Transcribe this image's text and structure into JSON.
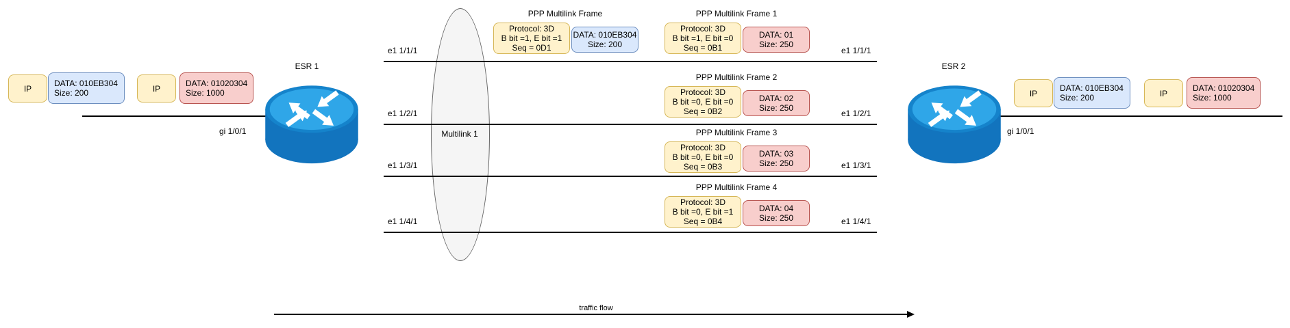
{
  "left": {
    "router": "ESR 1",
    "interface": "gi 1/0/1",
    "packets": [
      {
        "proto": "IP",
        "lines": [
          "DATA: 010EB304",
          "Size: 200"
        ]
      },
      {
        "proto": "IP",
        "lines": [
          "DATA: 01020304",
          "Size: 1000"
        ]
      }
    ]
  },
  "right": {
    "router": "ESR 2",
    "interface": "gi 1/0/1",
    "packets": [
      {
        "proto": "IP",
        "lines": [
          "DATA: 010EB304",
          "Size: 200"
        ]
      },
      {
        "proto": "IP",
        "lines": [
          "DATA: 01020304",
          "Size: 1000"
        ]
      }
    ]
  },
  "multilink": {
    "label": "Multilink 1"
  },
  "links": [
    {
      "label_left": "e1 1/1/1",
      "label_right": "e1 1/1/1"
    },
    {
      "label_left": "e1 1/2/1",
      "label_right": "e1 1/2/1"
    },
    {
      "label_left": "e1 1/3/1",
      "label_right": "e1 1/3/1"
    },
    {
      "label_left": "e1 1/4/1",
      "label_right": "e1 1/4/1"
    }
  ],
  "frames": [
    {
      "title": "PPP Multilink Frame",
      "protocol": [
        "Protocol: 3D",
        "B bit =1, E bit =1",
        "Seq = 0D1"
      ],
      "payload": [
        "DATA: 010EB304",
        "Size: 200"
      ]
    },
    {
      "title": "PPP Multilink Frame 1",
      "protocol": [
        "Protocol: 3D",
        "B bit =1, E bit =0",
        "Seq = 0B1"
      ],
      "payload": [
        "DATA: 01",
        "Size: 250"
      ]
    },
    {
      "title": "PPP Multilink Frame 2",
      "protocol": [
        "Protocol: 3D",
        "B bit =0, E bit =0",
        "Seq = 0B2"
      ],
      "payload": [
        "DATA: 02",
        "Size: 250"
      ]
    },
    {
      "title": "PPP Multilink Frame 3",
      "protocol": [
        "Protocol: 3D",
        "B bit =0, E bit =0",
        "Seq = 0B3"
      ],
      "payload": [
        "DATA: 03",
        "Size: 250"
      ]
    },
    {
      "title": "PPP Multilink Frame 4",
      "protocol": [
        "Protocol: 3D",
        "B bit =0, E bit =1",
        "Seq = 0B4"
      ],
      "payload": [
        "DATA: 04",
        "Size: 250"
      ]
    }
  ],
  "traffic_flow": "traffic flow",
  "colors": {
    "yellow_fill": "#FFF2CC",
    "yellow_border": "#D6B656",
    "blue_fill": "#DAE8FC",
    "blue_border": "#6C8EBF",
    "red_fill": "#F8CECC",
    "red_border": "#B85450",
    "ellipse_fill": "#F5F5F5",
    "ellipse_border": "#666666",
    "router_top": "#2FA6E8",
    "router_rim": "#1583CB",
    "router_body": "#1274BE",
    "line": "#000000"
  }
}
